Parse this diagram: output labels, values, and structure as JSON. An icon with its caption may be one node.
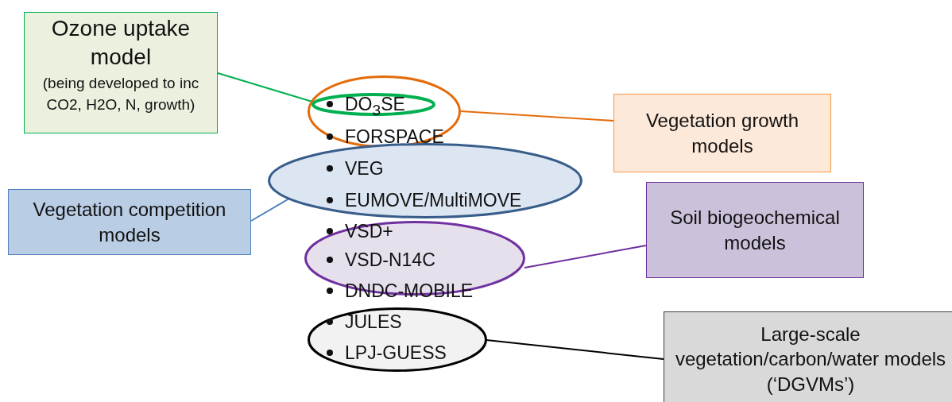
{
  "diagram": {
    "nodes": [
      {
        "text": [
          "Ozone uptake model",
          "(being developed to inc CO2, H2O, N, growth)"
        ]
      },
      {
        "text": [],
        "shape": "ellipse"
      },
      {
        "text": [],
        "shape": "ellipse",
        "in": 1
      },
      {
        "text": [
          "Vegetation growth models"
        ]
      },
      {
        "text": [],
        "shape": "ellipse"
      },
      {
        "text": [
          "Vegetation competition models"
        ]
      },
      {
        "text": [],
        "shape": "ellipse"
      },
      {
        "text": [
          "Soil biogeochemical models"
        ]
      },
      {
        "text": [],
        "shape": "ellipse"
      },
      {
        "text": [
          "Large-scale vegetation/carbon/water models (‘DGVMs’)"
        ]
      }
    ],
    "edges": [
      {
        "from": 0,
        "to": 2,
        "arrow": "none",
        "color": "#00b050"
      },
      {
        "from": 3,
        "to": 1,
        "arrow": "none",
        "color": "#e46c0a"
      },
      {
        "from": 5,
        "to": 4,
        "arrow": "none",
        "color": "#4f81bd"
      },
      {
        "from": 7,
        "to": 6,
        "arrow": "none",
        "color": "#7030a0"
      },
      {
        "from": 9,
        "to": 8,
        "arrow": "none",
        "color": "#000000"
      }
    ],
    "labels": [
      "DO$_{3}$SE",
      "FORSPACE",
      "VEG",
      "EUMOVE/MultiMOVE",
      "VSD+",
      "VSD-N14C",
      "DNDC-MOBILE",
      "JULES",
      "LPJ-GUESS"
    ]
  }
}
